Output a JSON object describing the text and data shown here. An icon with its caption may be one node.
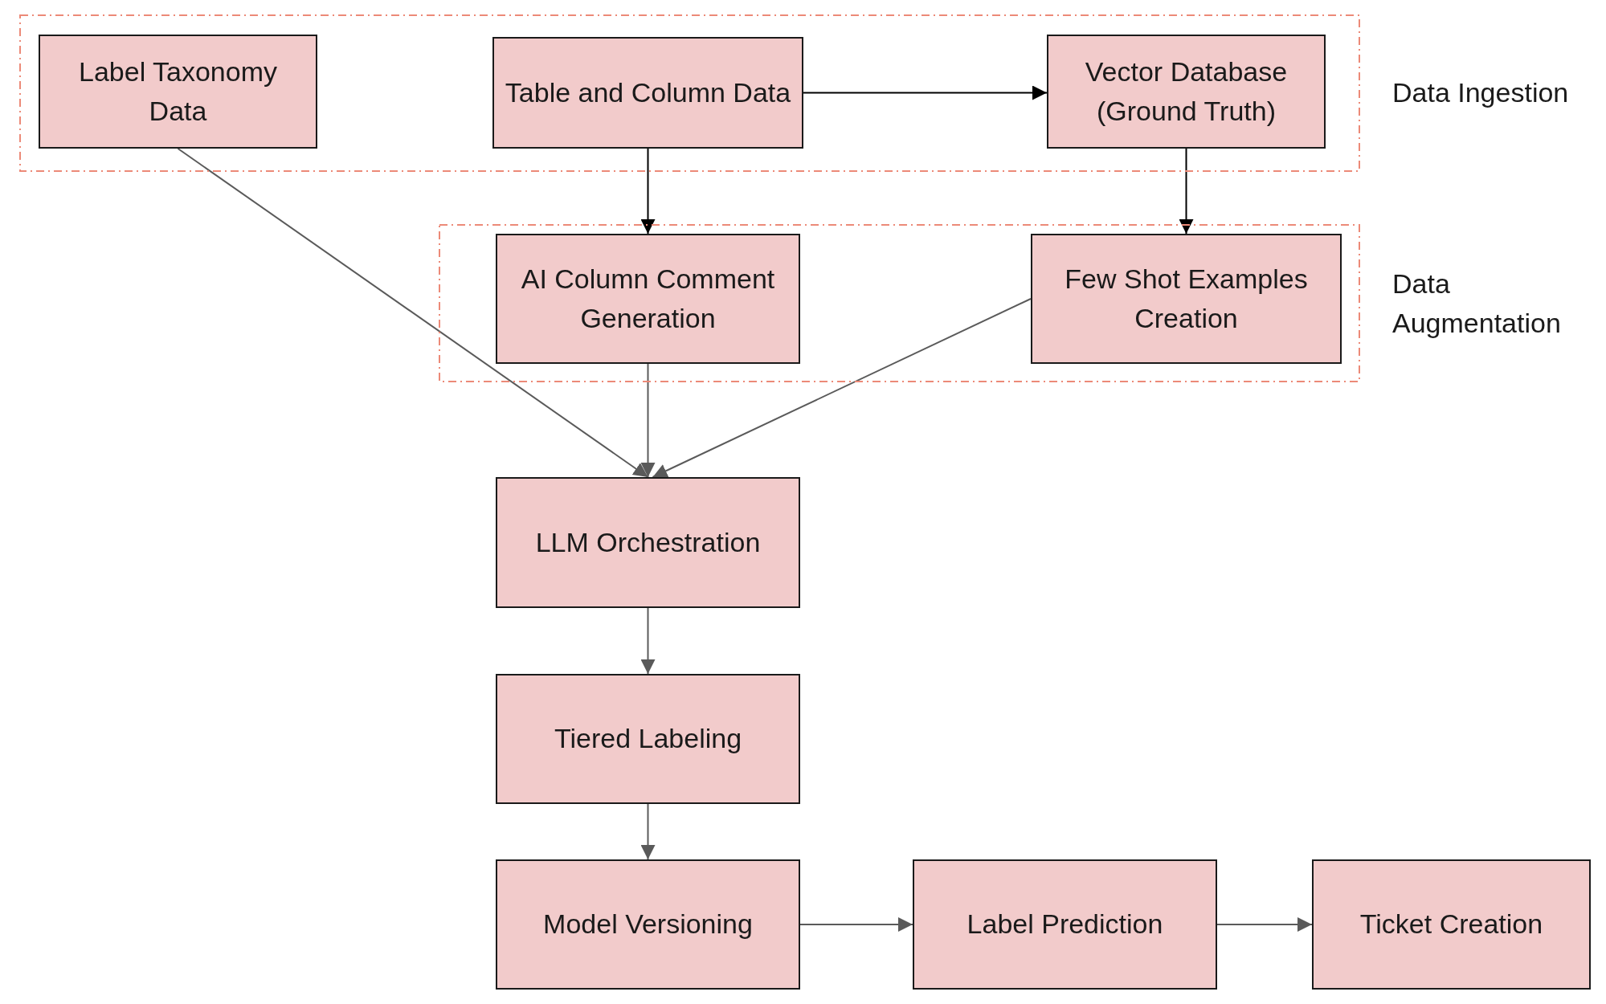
{
  "diagram": {
    "nodes": [
      {
        "text": [
          "Data Ingestion"
        ]
      },
      {
        "text": [
          "Data Augmentation"
        ]
      },
      {
        "text": [
          "Label Taxonomy Data"
        ],
        "in": 0
      },
      {
        "text": [
          "Table and Column Data"
        ],
        "in": 0
      },
      {
        "text": [
          "Vector Database (Ground Truth)"
        ],
        "in": 0
      },
      {
        "text": [
          "AI Column Comment Generation"
        ],
        "in": 1
      },
      {
        "text": [
          "Few Shot Examples Creation"
        ],
        "in": 1
      },
      {
        "text": [
          "LLM Orchestration"
        ]
      },
      {
        "text": [
          "Tiered Labeling"
        ]
      },
      {
        "text": [
          "Model Versioning"
        ]
      },
      {
        "text": [
          "Label Prediction"
        ]
      },
      {
        "text": [
          "Ticket Creation"
        ]
      }
    ],
    "edges": [
      {
        "from": 3,
        "to": 4,
        "arrow": "to",
        "color": "#000000"
      },
      {
        "from": 3,
        "to": 5,
        "arrow": "to",
        "color": "#000000"
      },
      {
        "from": 4,
        "to": 6,
        "arrow": "to",
        "color": "#000000"
      },
      {
        "from": 2,
        "to": 7,
        "arrow": "to"
      },
      {
        "from": 5,
        "to": 7,
        "arrow": "to"
      },
      {
        "from": 6,
        "to": 7,
        "arrow": "to"
      },
      {
        "from": 7,
        "to": 8,
        "arrow": "to"
      },
      {
        "from": 8,
        "to": 9,
        "arrow": "to"
      },
      {
        "from": 9,
        "to": 10,
        "arrow": "to"
      },
      {
        "from": 10,
        "to": 11,
        "arrow": "to"
      }
    ]
  }
}
